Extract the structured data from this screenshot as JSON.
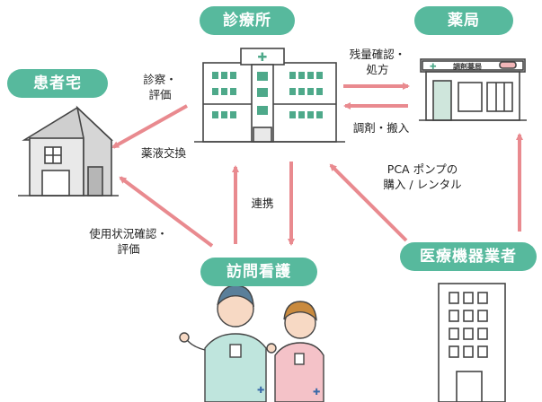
{
  "nodes": {
    "clinic": "診療所",
    "pharmacy": "薬局",
    "patient_home": "患者宅",
    "visiting_nurse": "訪問看護",
    "medical_device_vendor": "医療機器業者"
  },
  "edges": {
    "clinic_to_pharmacy": [
      "残量確認・",
      "処方"
    ],
    "pharmacy_to_clinic": "調剤・搬入",
    "clinic_to_home": [
      "診察・",
      "評価"
    ],
    "clinic_to_home_2": "薬液交換",
    "clinic_nurse": "連携",
    "vendor_to_clinic": [
      "PCA ポンプの",
      "購入 / レンタル"
    ],
    "nurse_to_home": [
      "使用状況確認・",
      "評価"
    ]
  },
  "signs": {
    "pharmacy_sign": "調剤薬局"
  },
  "colors": {
    "pill": "#57b99d",
    "arrow": "#e98a8f",
    "building_outline": "#444444",
    "clinic_window": "#4ea98a"
  }
}
